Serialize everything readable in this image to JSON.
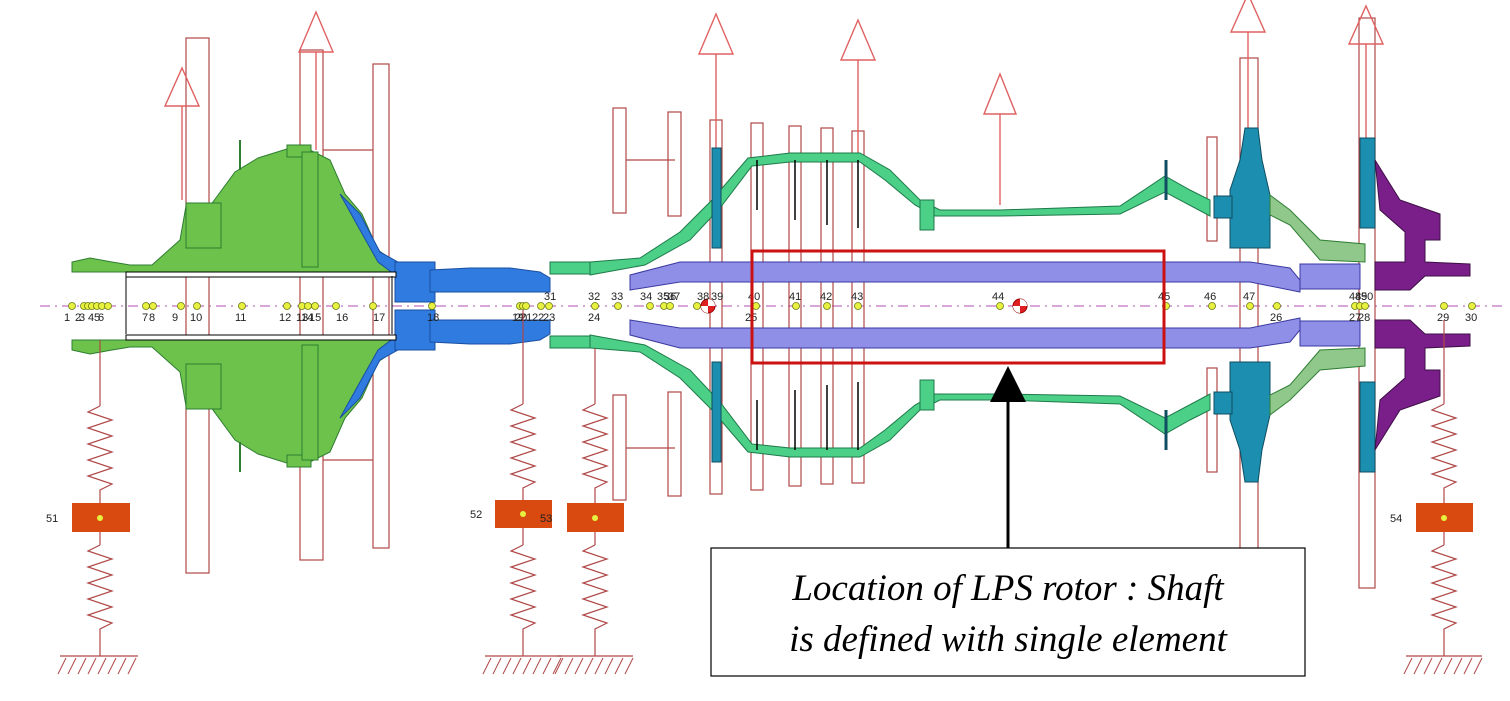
{
  "callout": {
    "line1": "Location of LPS rotor : Shaft",
    "line2": "is defined with single element"
  },
  "nodes": {
    "top": [
      "31",
      "32",
      "33",
      "34",
      "35",
      "36",
      "37",
      "38",
      "39",
      "40",
      "41",
      "42",
      "43",
      "44",
      "45",
      "46",
      "47",
      "48",
      "49",
      "50"
    ],
    "bottom": [
      "1",
      "2",
      "3",
      "4",
      "5",
      "6",
      "7",
      "8",
      "9",
      "10",
      "11",
      "12",
      "13",
      "14",
      "15",
      "16",
      "17",
      "18",
      "19",
      "20",
      "21",
      "22",
      "23",
      "24",
      "25",
      "26",
      "27",
      "28",
      "29",
      "30"
    ]
  },
  "bearings": [
    "51",
    "52",
    "53",
    "54"
  ],
  "colors": {
    "green": "#6cc24a",
    "dark_green": "#2e7d32",
    "blue": "#2f7be0",
    "lavender": "#8f8fe8",
    "teal": "#1c8fb0",
    "light_green": "#4ccf86",
    "purple": "#7a1f8a",
    "pink_outline": "#b04848",
    "arrow_red": "#e06060",
    "bearing_fill": "#d84a10",
    "node_fill": "#e8f040",
    "highlight_box": "#cc1111",
    "axis_line": "#c070c0"
  }
}
